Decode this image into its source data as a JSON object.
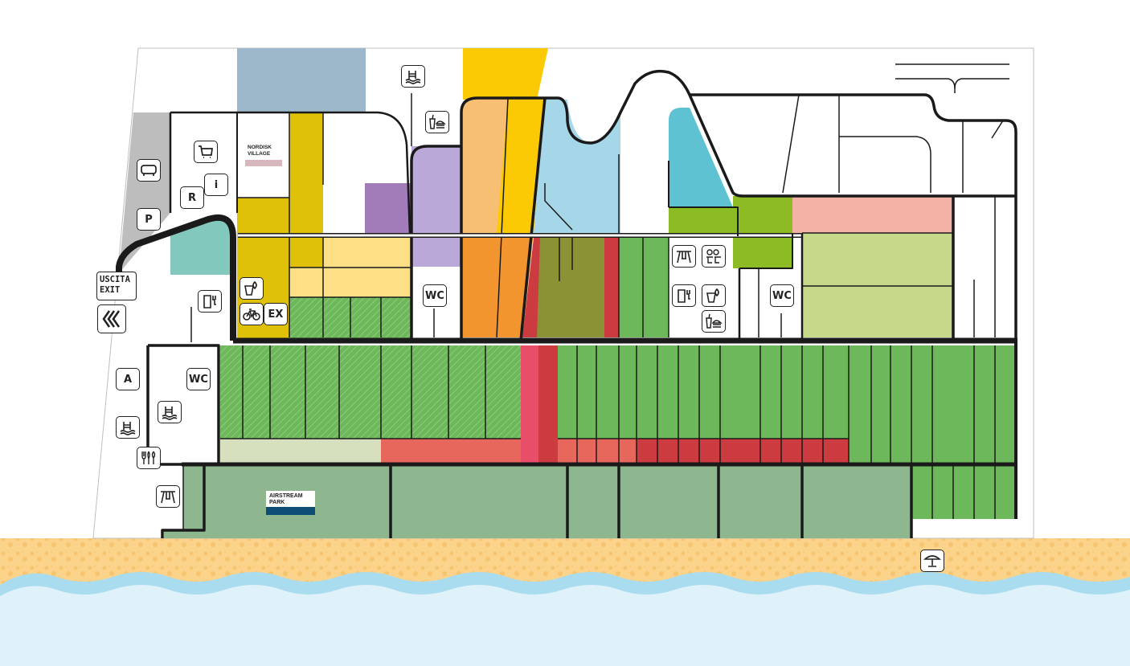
{
  "map": {
    "labels": {
      "exit_line1": "USCITA",
      "exit_line2": "EXIT",
      "nordisk_line1": "NORDISK",
      "nordisk_line2": "VILLAGE",
      "airstream_line1": "AIRSTREAM",
      "airstream_line2": "PARK"
    },
    "icons": [
      {
        "name": "pool-icon",
        "glyph": "pool"
      },
      {
        "name": "fastfood-icon",
        "glyph": "fastfood"
      },
      {
        "name": "shopping-cart-icon",
        "glyph": "cart"
      },
      {
        "name": "bus-icon",
        "glyph": "bus"
      },
      {
        "name": "reception-icon",
        "text": "R"
      },
      {
        "name": "info-icon",
        "text": "i"
      },
      {
        "name": "parking-icon",
        "text": "P"
      },
      {
        "name": "electric-charging-icon",
        "glyph": "charge"
      },
      {
        "name": "drinks-icon",
        "glyph": "drinks"
      },
      {
        "name": "bike-icon",
        "glyph": "bike"
      },
      {
        "name": "ex-icon",
        "text": "EX"
      },
      {
        "name": "wc-icon",
        "text": "WC"
      },
      {
        "name": "playground-icon",
        "glyph": "swing"
      },
      {
        "name": "kids-club-icon",
        "glyph": "kids"
      },
      {
        "name": "animation-icon",
        "text": "A"
      },
      {
        "name": "restaurant-icon",
        "glyph": "restaurant"
      },
      {
        "name": "beach-umbrella-icon",
        "glyph": "umbrella"
      },
      {
        "name": "exit-arrow-icon",
        "glyph": "arrows"
      }
    ],
    "colors": {
      "sand": "#fbd38a",
      "sea": "#dff1f9",
      "wave": "#a9dcef",
      "grass": "#6db85a",
      "olive": "#8b9235",
      "red": "#cc3b3f",
      "pink": "#e84e6a",
      "salmon": "#e8675d",
      "orange": "#f2952f",
      "peach": "#f7bf73",
      "yellow": "#fcca05",
      "mustard": "#dfc10a",
      "lightyellow": "#fddf86",
      "lavender": "#baa9d8",
      "purple": "#a17cb9",
      "steel": "#9db8cb",
      "sky": "#a6d7e8",
      "teal": "#5fc2d2",
      "mint": "#83c8bd",
      "lime": "#8dbb24",
      "palegreen": "#c6d98a",
      "rose": "#f4b1a6",
      "sage": "#8fb78f",
      "beige": "#d6dfbe",
      "gray": "#bdbdbd"
    }
  }
}
